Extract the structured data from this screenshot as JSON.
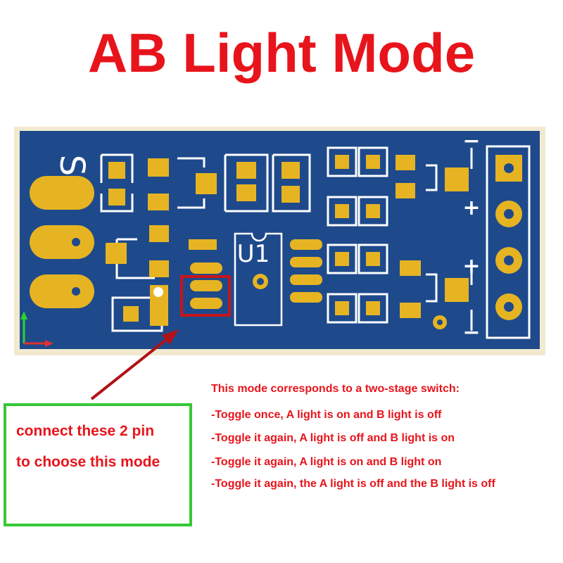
{
  "title": "AB Light Mode",
  "board": {
    "labels": {
      "switch_mark": "S",
      "chip_ref": "U1",
      "plus_top": "+",
      "minus_top": "−",
      "plus_bottom": "+",
      "minus_bottom": "−"
    },
    "colors": {
      "board": "#1e4a8c",
      "pad": "#e6b422",
      "silk": "#ffffff",
      "highlight": "#c8141b"
    }
  },
  "callout": {
    "line1": "connect these 2 pin",
    "line2": "to choose this mode",
    "border_color": "#37c837"
  },
  "description": {
    "lines": [
      "This mode corresponds to a two-stage switch:",
      "-Toggle once, A light is on and B light is off",
      "-Toggle it again, A light is off and B light is on",
      "-Toggle it again, A light is on and B light on",
      "-Toggle it again, the A light is off and the B light is off"
    ],
    "color": "#e8141b"
  }
}
